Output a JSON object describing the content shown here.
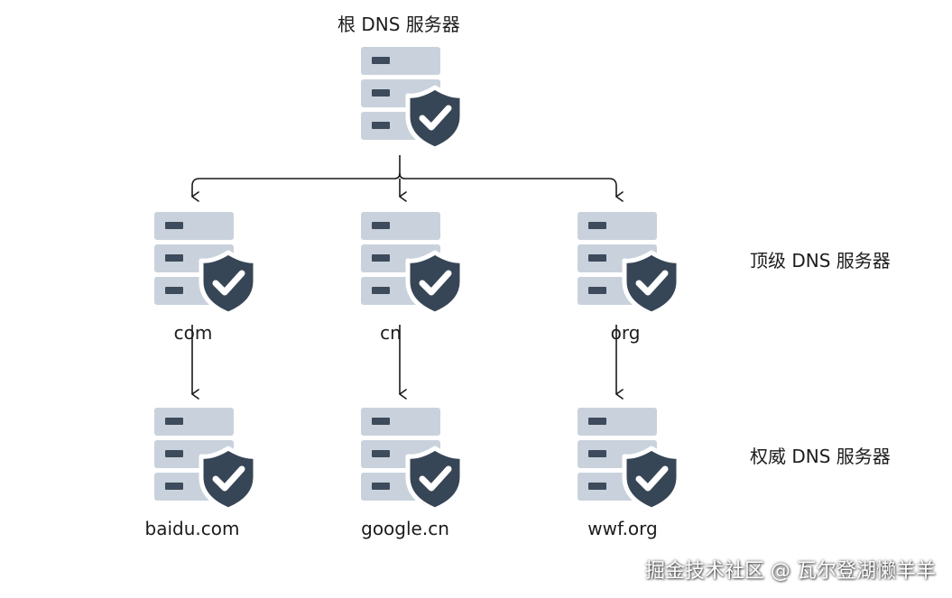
{
  "levels": {
    "root": "根 DNS 服务器",
    "tld": "顶级 DNS 服务器",
    "authoritative": "权威 DNS 服务器"
  },
  "tld_servers": [
    "com",
    "cn",
    "org"
  ],
  "authoritative_servers": [
    "baidu.com",
    "google.cn",
    "wwf.org"
  ],
  "watermark": "掘金技术社区 @ 瓦尔登湖懒羊羊",
  "colors": {
    "server_body": "#c9d2dc",
    "server_slot": "#3d4b5c",
    "shield": "#374656",
    "check": "#ffffff",
    "arrow": "#1a1a1a"
  },
  "icons": {
    "server": "server-icon",
    "shield": "shield-check-icon"
  }
}
